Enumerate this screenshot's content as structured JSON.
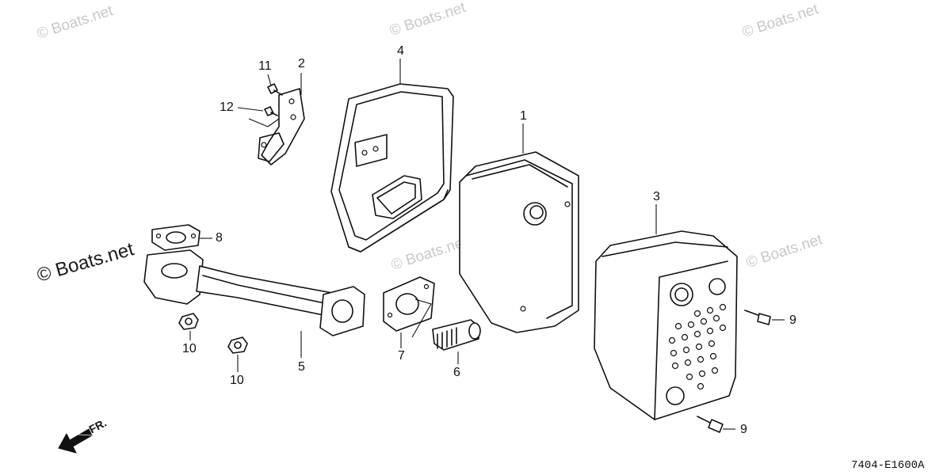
{
  "watermarks": {
    "tl": "© Boats.net",
    "tc": "© Boats.net",
    "tr": "© Boats.net",
    "mc": "© Boats.net",
    "mr": "© Boats.net",
    "left_dark": "© Boats.net"
  },
  "callouts": {
    "c1": "1",
    "c2": "2",
    "c3": "3",
    "c4": "4",
    "c5": "5",
    "c6": "6",
    "c7": "7",
    "c8": "8",
    "c9a": "9",
    "c9b": "9",
    "c10a": "10",
    "c10b": "10",
    "c11": "11",
    "c12": "12"
  },
  "direction_label": "FR.",
  "diagram_code": "7404-E1600A"
}
